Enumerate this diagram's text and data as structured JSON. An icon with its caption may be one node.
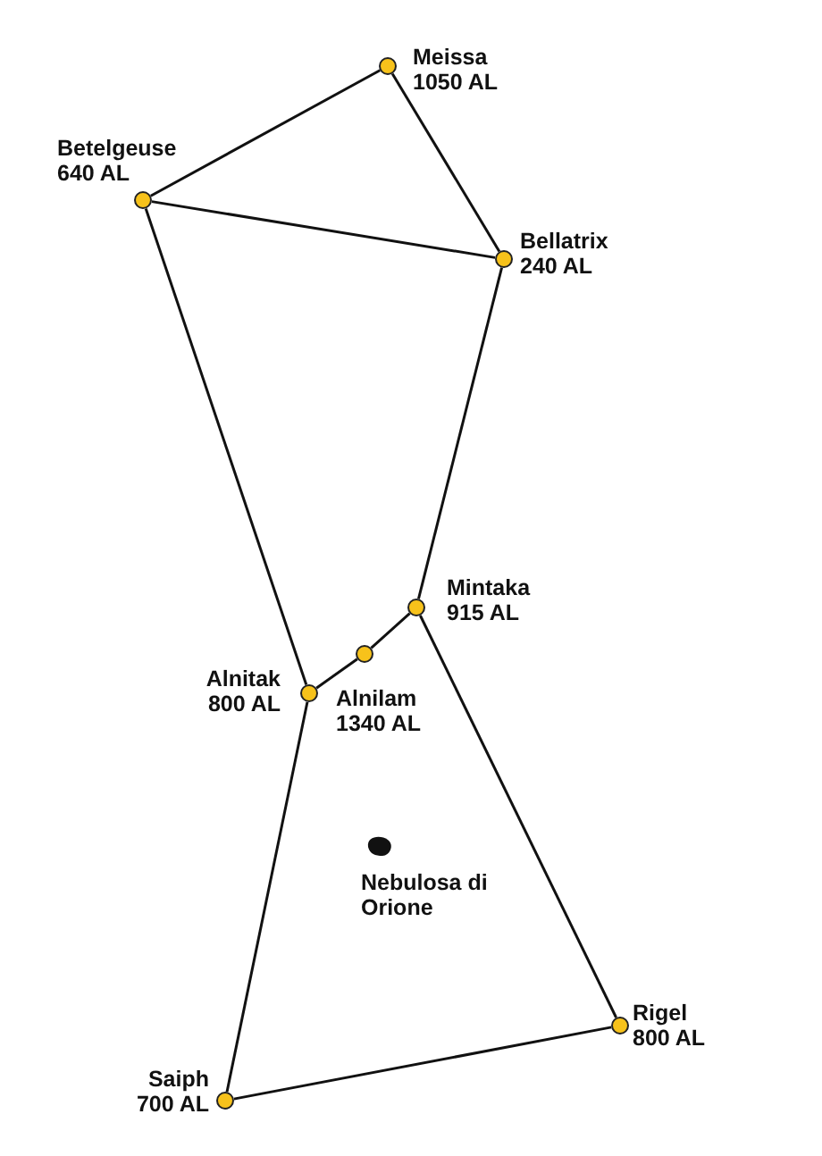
{
  "diagram": {
    "nodes": [
      {
        "text": [],
        "shape": "circle",
        "beside": [
          "Meissa",
          "1050 AL"
        ]
      },
      {
        "text": [],
        "shape": "circle",
        "beside": [
          "Betelgeuse",
          "640 AL"
        ]
      },
      {
        "text": [],
        "shape": "circle",
        "beside": [
          "Bellatrix",
          "240 AL"
        ]
      },
      {
        "text": [],
        "shape": "circle",
        "beside": [
          "Mintaka",
          "915 AL"
        ]
      },
      {
        "text": [],
        "shape": "circle",
        "beside": [
          "Alnilam",
          "1340 AL"
        ]
      },
      {
        "text": [],
        "shape": "circle",
        "beside": [
          "Alnitak",
          "800 AL"
        ]
      },
      {
        "text": [],
        "shape": "circle",
        "beside": [
          "Rigel",
          "800 AL"
        ]
      },
      {
        "text": [],
        "shape": "circle",
        "beside": [
          "Saiph",
          "700 AL"
        ]
      }
    ],
    "edges": [
      {
        "from": 0,
        "to": 1,
        "arrow": "none"
      },
      {
        "from": 0,
        "to": 2,
        "arrow": "none"
      },
      {
        "from": 1,
        "to": 2,
        "arrow": "none"
      },
      {
        "from": 1,
        "to": 5,
        "arrow": "none"
      },
      {
        "from": 2,
        "to": 3,
        "arrow": "none"
      },
      {
        "from": 3,
        "to": 4,
        "arrow": "none"
      },
      {
        "from": 4,
        "to": 5,
        "arrow": "none"
      },
      {
        "from": 5,
        "to": 7,
        "arrow": "none"
      },
      {
        "from": 7,
        "to": 6,
        "arrow": "none"
      },
      {
        "from": 6,
        "to": 3,
        "arrow": "none"
      }
    ],
    "labels": [
      "Nebulosa di Orione"
    ]
  }
}
